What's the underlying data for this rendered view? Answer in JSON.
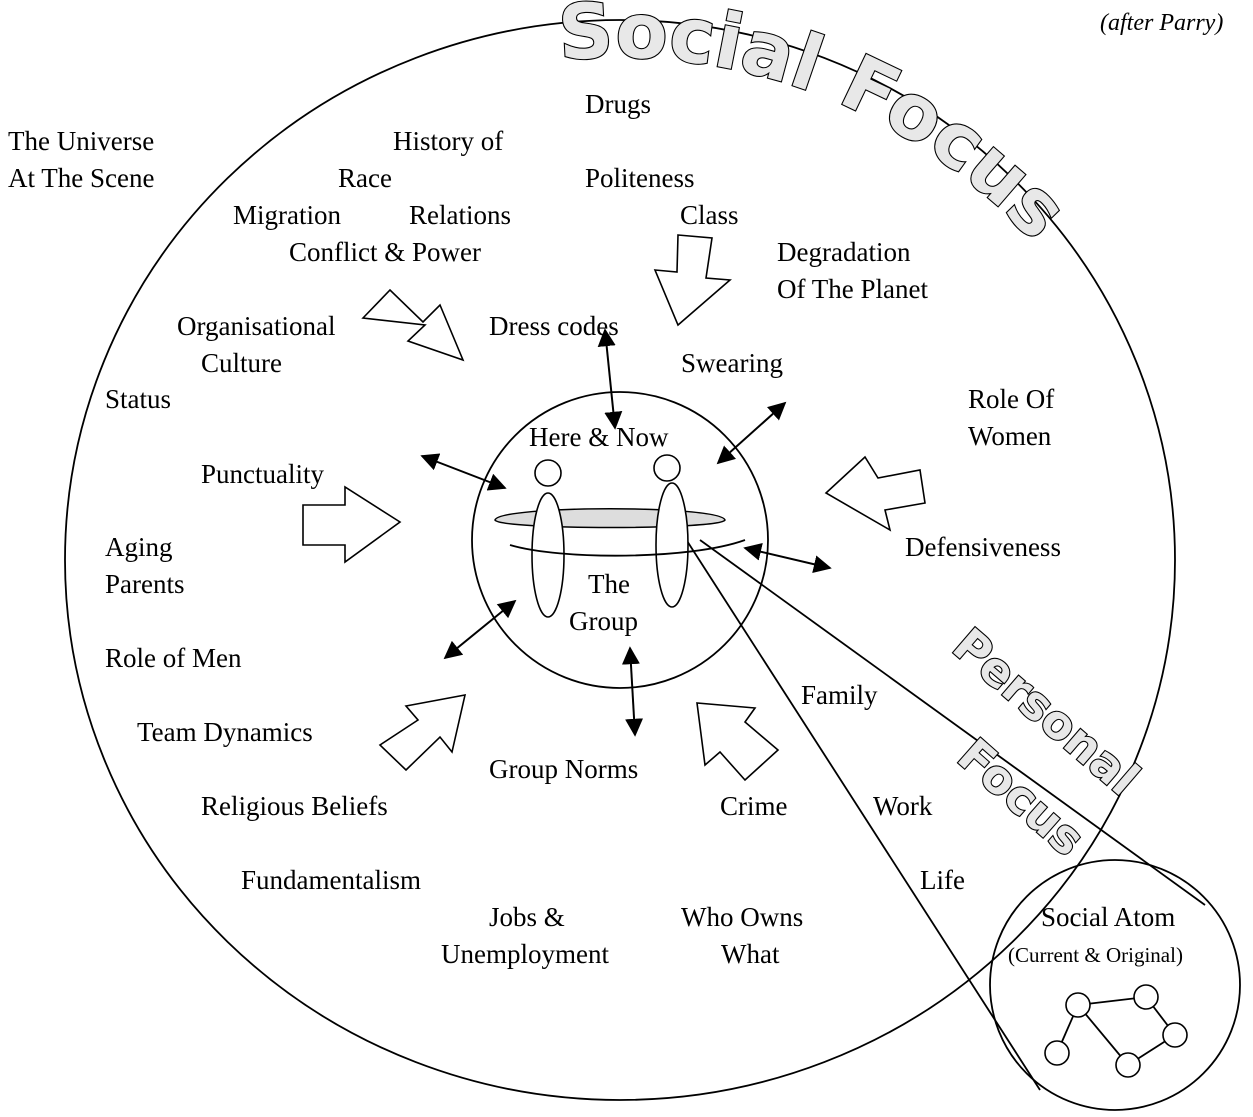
{
  "attribution": "(after Parry)",
  "title_social": "Social Focus",
  "title_personal": "Personal",
  "title_personal_focus": "Focus",
  "labels": {
    "universe_1": "The Universe",
    "universe_2": "At The Scene",
    "history_1": "History of",
    "history_2": "Race",
    "history_3": "Migration",
    "history_4": "Relations",
    "history_5": "Conflict & Power",
    "drugs": "Drugs",
    "politeness": "Politeness",
    "class": "Class",
    "degradation_1": "Degradation",
    "degradation_2": "Of The Planet",
    "org_1": "Organisational",
    "org_2": "Culture",
    "dress_codes": "Dress codes",
    "swearing": "Swearing",
    "status": "Status",
    "role_women_1": "Role Of",
    "role_women_2": "Women",
    "here_now": "Here & Now",
    "punctuality": "Punctuality",
    "aging_1": "Aging",
    "aging_2": "Parents",
    "defensiveness": "Defensiveness",
    "group_1": "The",
    "group_2": "Group",
    "role_men": "Role of Men",
    "family": "Family",
    "team_dynamics": "Team Dynamics",
    "group_norms": "Group Norms",
    "religious": "Religious Beliefs",
    "crime": "Crime",
    "work": "Work",
    "fundamentalism": "Fundamentalism",
    "life": "Life",
    "jobs_1": "Jobs &",
    "jobs_2": "Unemployment",
    "who_owns_1": "Who Owns",
    "who_owns_2": "What",
    "social_atom_1": "Social Atom",
    "social_atom_2": "(Current & Original)"
  }
}
